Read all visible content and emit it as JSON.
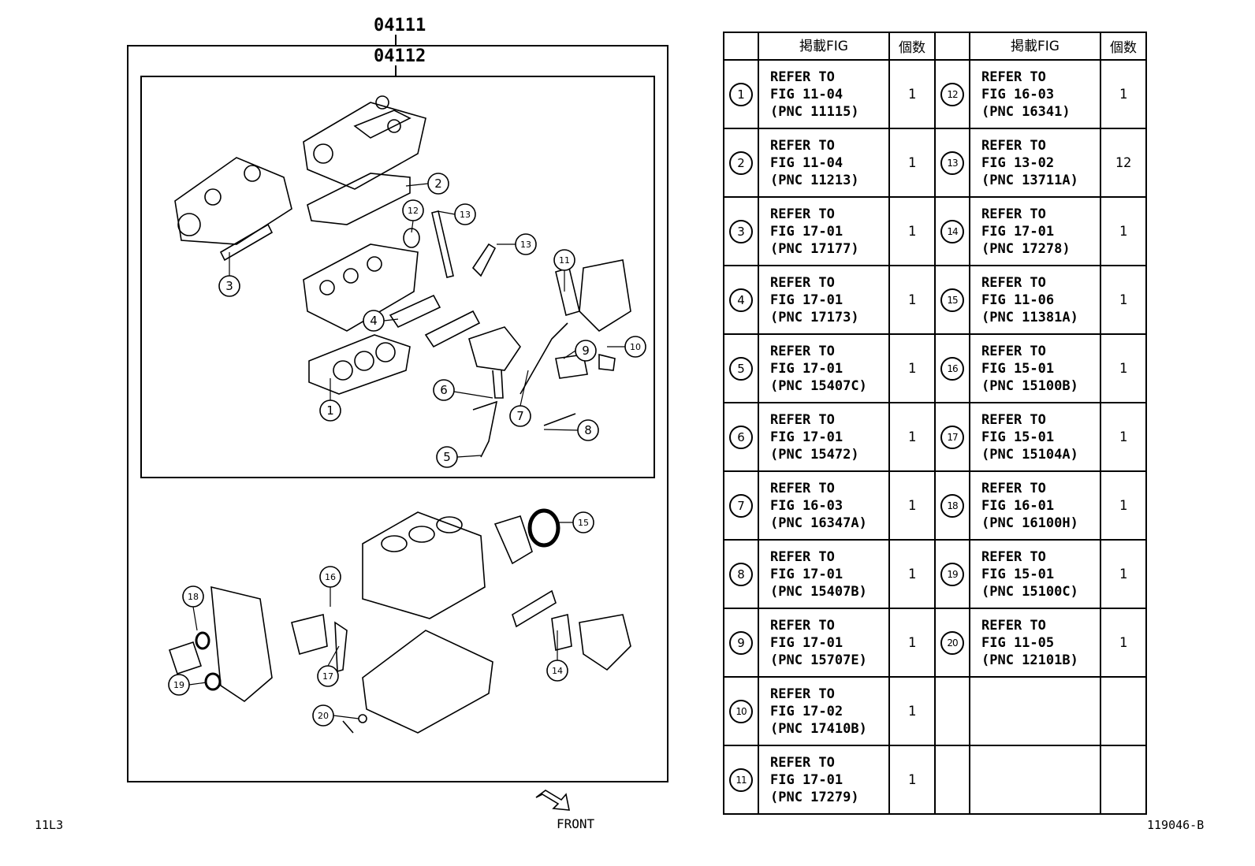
{
  "codes": {
    "outer": "04111",
    "inner": "04112"
  },
  "footer": {
    "left": "11L3",
    "front": "FRONT",
    "right": "119046-B"
  },
  "table": {
    "headers": [
      "掲載FIG",
      "個数",
      "掲載FIG",
      "個数"
    ],
    "left_rows": [
      {
        "num": "1",
        "fig": "REFER TO\nFIG 11-04\n(PNC 11115)",
        "qty": "1"
      },
      {
        "num": "2",
        "fig": "REFER TO\nFIG 11-04\n(PNC 11213)",
        "qty": "1"
      },
      {
        "num": "3",
        "fig": "REFER TO\nFIG 17-01\n(PNC 17177)",
        "qty": "1"
      },
      {
        "num": "4",
        "fig": "REFER TO\nFIG 17-01\n(PNC 17173)",
        "qty": "1"
      },
      {
        "num": "5",
        "fig": "REFER TO\nFIG 17-01\n(PNC 15407C)",
        "qty": "1"
      },
      {
        "num": "6",
        "fig": "REFER TO\nFIG 17-01\n(PNC 15472)",
        "qty": "1"
      },
      {
        "num": "7",
        "fig": "REFER TO\nFIG 16-03\n(PNC 16347A)",
        "qty": "1"
      },
      {
        "num": "8",
        "fig": "REFER TO\nFIG 17-01\n(PNC 15407B)",
        "qty": "1"
      },
      {
        "num": "9",
        "fig": "REFER TO\nFIG 17-01\n(PNC 15707E)",
        "qty": "1"
      },
      {
        "num": "10",
        "fig": "REFER TO\nFIG 17-02\n(PNC 17410B)",
        "qty": "1"
      },
      {
        "num": "11",
        "fig": "REFER TO\nFIG 17-01\n(PNC 17279)",
        "qty": "1"
      }
    ],
    "right_rows": [
      {
        "num": "12",
        "fig": "REFER TO\nFIG 16-03\n(PNC 16341)",
        "qty": "1"
      },
      {
        "num": "13",
        "fig": "REFER TO\nFIG 13-02\n(PNC 13711A)",
        "qty": "12"
      },
      {
        "num": "14",
        "fig": "REFER TO\nFIG 17-01\n(PNC 17278)",
        "qty": "1"
      },
      {
        "num": "15",
        "fig": "REFER TO\nFIG 11-06\n(PNC 11381A)",
        "qty": "1"
      },
      {
        "num": "16",
        "fig": "REFER TO\nFIG 15-01\n(PNC 15100B)",
        "qty": "1"
      },
      {
        "num": "17",
        "fig": "REFER TO\nFIG 15-01\n(PNC 15104A)",
        "qty": "1"
      },
      {
        "num": "18",
        "fig": "REFER TO\nFIG 16-01\n(PNC 16100H)",
        "qty": "1"
      },
      {
        "num": "19",
        "fig": "REFER TO\nFIG 15-01\n(PNC 15100C)",
        "qty": "1"
      },
      {
        "num": "20",
        "fig": "REFER TO\nFIG 11-05\n(PNC 12101B)",
        "qty": "1"
      },
      {
        "num": "",
        "fig": "",
        "qty": ""
      },
      {
        "num": "",
        "fig": "",
        "qty": ""
      }
    ]
  },
  "callouts": [
    "1",
    "2",
    "3",
    "4",
    "5",
    "6",
    "7",
    "8",
    "9",
    "10",
    "11",
    "12",
    "13",
    "13",
    "14",
    "15",
    "16",
    "17",
    "18",
    "19",
    "20"
  ]
}
